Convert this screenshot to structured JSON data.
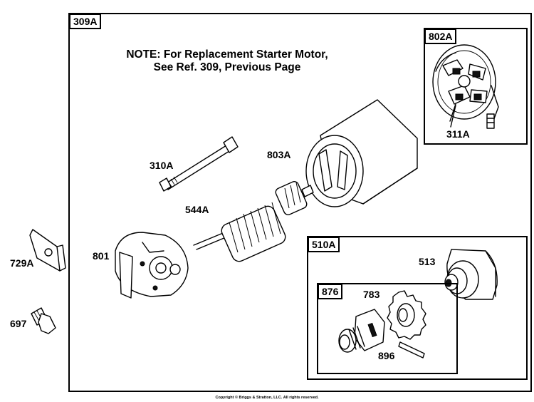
{
  "diagram": {
    "main_box_label": "309A",
    "note_line1": "NOTE: For Replacement Starter Motor,",
    "note_line2": "See Ref. 309, Previous Page",
    "callouts": {
      "part_802A": "802A",
      "part_311A": "311A",
      "part_310A": "310A",
      "part_803A": "803A",
      "part_544A": "544A",
      "part_801": "801",
      "part_729A": "729A",
      "part_697": "697",
      "part_510A": "510A",
      "part_513": "513",
      "part_876": "876",
      "part_783": "783",
      "part_896": "896"
    },
    "copyright": "Copyright © Briggs & Stratton, LLC. All rights reserved."
  }
}
